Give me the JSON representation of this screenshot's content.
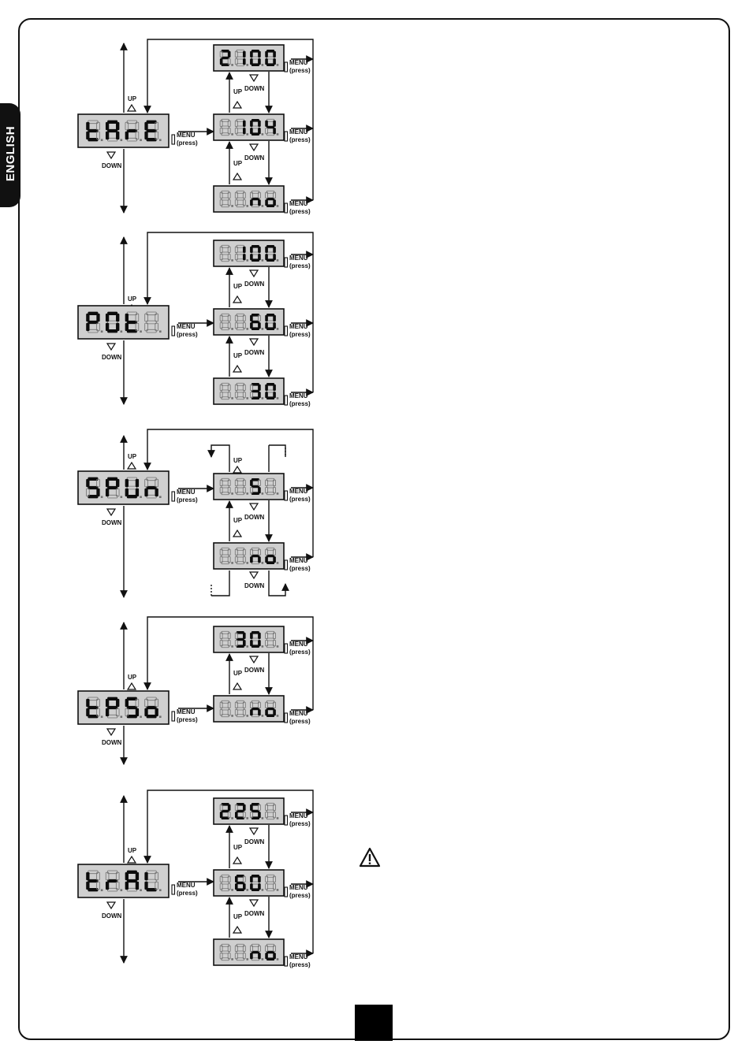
{
  "language_tab": "ENGLISH",
  "labels": {
    "up": "UP",
    "down": "DOWN",
    "menu": "MENU",
    "press": "(press)"
  },
  "warning_icon": "warning-triangle-icon",
  "sections": [
    {
      "id": "tape",
      "parameter": [
        "t",
        "A",
        "r",
        "E"
      ],
      "values": [
        [
          "2",
          "1",
          "0",
          "0"
        ],
        [
          "8",
          "1",
          "0",
          "4"
        ],
        [
          "8",
          "8",
          "n",
          "o"
        ]
      ]
    },
    {
      "id": "pot",
      "parameter": [
        "P",
        "O",
        "t",
        "8"
      ],
      "values": [
        [
          "8",
          "1",
          "0",
          "0"
        ],
        [
          "8",
          "8",
          "6",
          "0"
        ],
        [
          "8",
          "8",
          "3",
          "0"
        ]
      ]
    },
    {
      "id": "spun",
      "parameter": [
        "S",
        "P",
        "U",
        "n"
      ],
      "values": [
        [
          "8",
          "8",
          "S",
          "8"
        ],
        [
          "8",
          "8",
          "n",
          "o"
        ]
      ]
    },
    {
      "id": "tpso",
      "parameter": [
        "t",
        "P",
        "S",
        "o"
      ],
      "values": [
        [
          "8",
          "3",
          "0",
          "8"
        ],
        [
          "8",
          "8",
          "n",
          "o"
        ]
      ]
    },
    {
      "id": "tral",
      "parameter": [
        "t",
        "r",
        "A",
        "L"
      ],
      "values": [
        [
          "2",
          "2",
          "5",
          "8"
        ],
        [
          "8",
          "6",
          "0",
          "8"
        ],
        [
          "8",
          "8",
          "n",
          "o"
        ]
      ]
    }
  ]
}
